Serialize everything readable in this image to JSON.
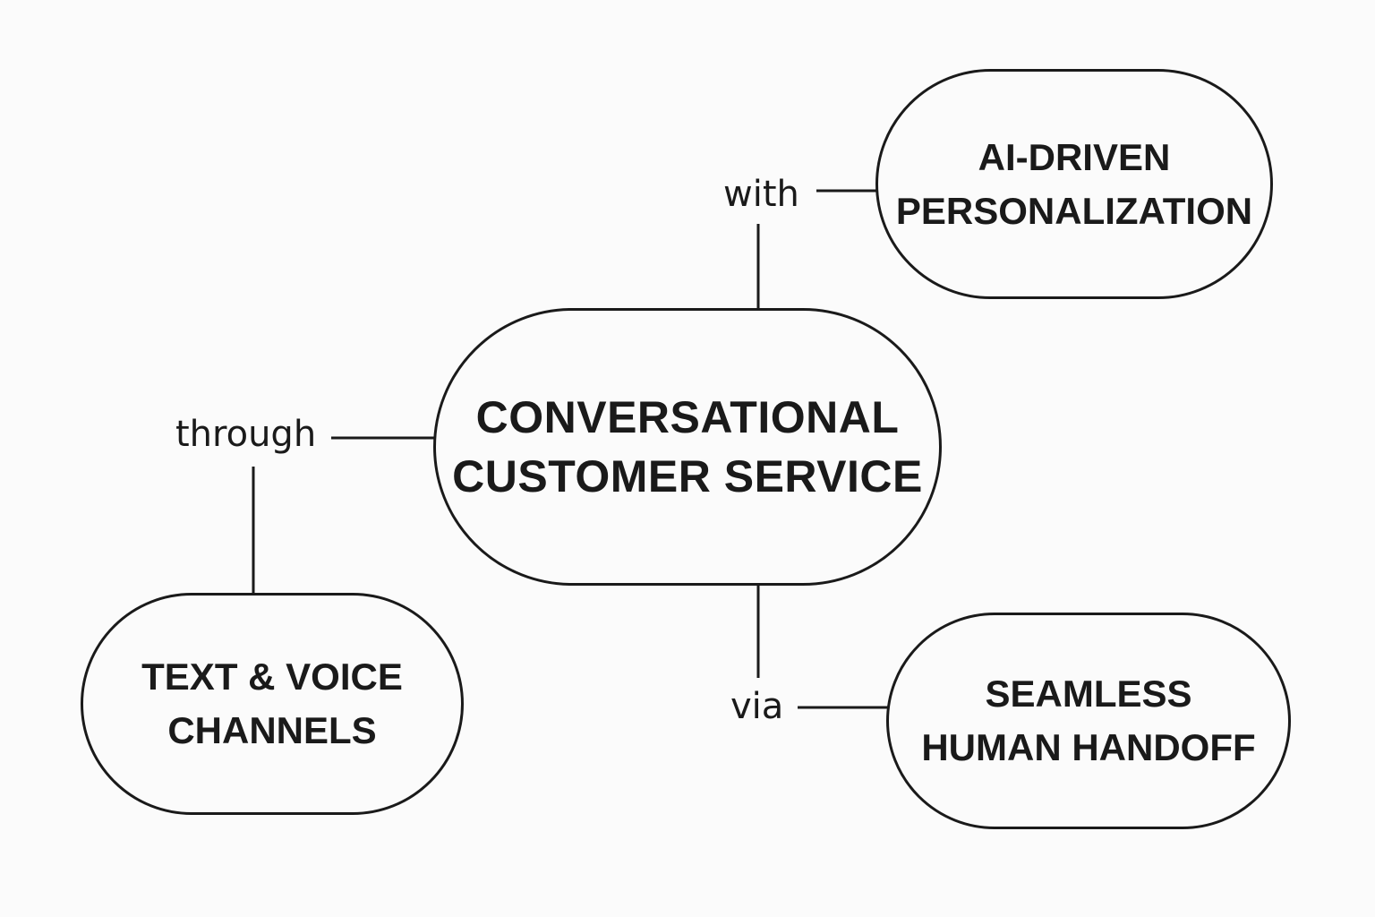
{
  "diagram": {
    "center": {
      "line1": "CONVERSATIONAL",
      "line2": "CUSTOMER SERVICE"
    },
    "branches": {
      "ai": {
        "connector": "with",
        "line1": "AI-DRIVEN",
        "line2": "PERSONALIZATION"
      },
      "channels": {
        "connector": "through",
        "line1": "TEXT & VOICE",
        "line2": "CHANNELS"
      },
      "handoff": {
        "connector": "via",
        "line1": "SEAMLESS",
        "line2": "HUMAN HANDOFF"
      }
    },
    "colors": {
      "background": "#fbfbfb",
      "stroke": "#1a1a1a"
    }
  }
}
